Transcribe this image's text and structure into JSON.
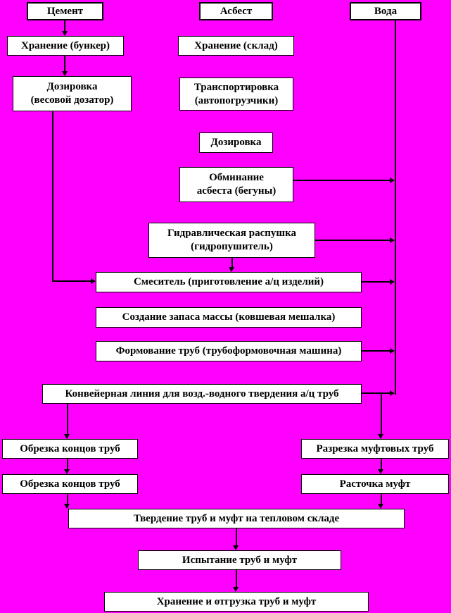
{
  "colors": {
    "background": "#FF00FF",
    "box_background": "#FFFFFF",
    "box_border": "#000000",
    "text": "#000000"
  },
  "nodes": {
    "cement": "Цемент",
    "asbest": "Асбест",
    "voda": "Вода",
    "hranenie_bunker": "Хранение (бункер)",
    "hranenie_sklad": "Хранение (склад)",
    "dozirovka_vesovoy": "Дозировка\n(весовой дозатор)",
    "transportirovka": "Транспортировка\n(автопогрузчики)",
    "dozirovka": "Дозировка",
    "obminanie": "Обминание\nасбеста (бегуны)",
    "gidravlicheskaya": "Гидравлическая распушка\n(гидропушитель)",
    "smesitel": "Смеситель (приготовление а/ц изделий)",
    "sozdanie_zapasa": "Создание запаса массы (ковшевая мешалка)",
    "formovanie": "Формование труб (трубоформовочная машина)",
    "konveyernaya": "Конвейерная линия для возд.-водного твердения а/ц труб",
    "obrezka_1": "Обрезка концов труб",
    "razrezka": "Разрезка муфтовых труб",
    "obrezka_2": "Обрезка концов труб",
    "rastochka": "Расточка муфт",
    "tverdenie": "Твердение труб и муфт на тепловом складе",
    "ispytanie": "Испытание труб и муфт",
    "hranenie_otgruzka": "Хранение и отгрузка труб и муфт"
  },
  "edges": [
    "cement > hranenie_bunker",
    "hranenie_bunker > dozirovka_vesovoy",
    "dozirovka_vesovoy > smesitel",
    "gidravlicheskaya > smesitel",
    "obminanie > voda_line",
    "gidravlicheskaya > voda_line",
    "smesitel > voda_line",
    "formovanie > voda_line",
    "konveyernaya > voda_line",
    "konveyernaya > obrezka_1",
    "konveyernaya > razrezka",
    "obrezka_1 > obrezka_2",
    "razrezka > rastochka",
    "obrezka_2 > tverdenie",
    "rastochka > tverdenie",
    "tverdenie > ispytanie",
    "ispytanie > hranenie_otgruzka"
  ]
}
